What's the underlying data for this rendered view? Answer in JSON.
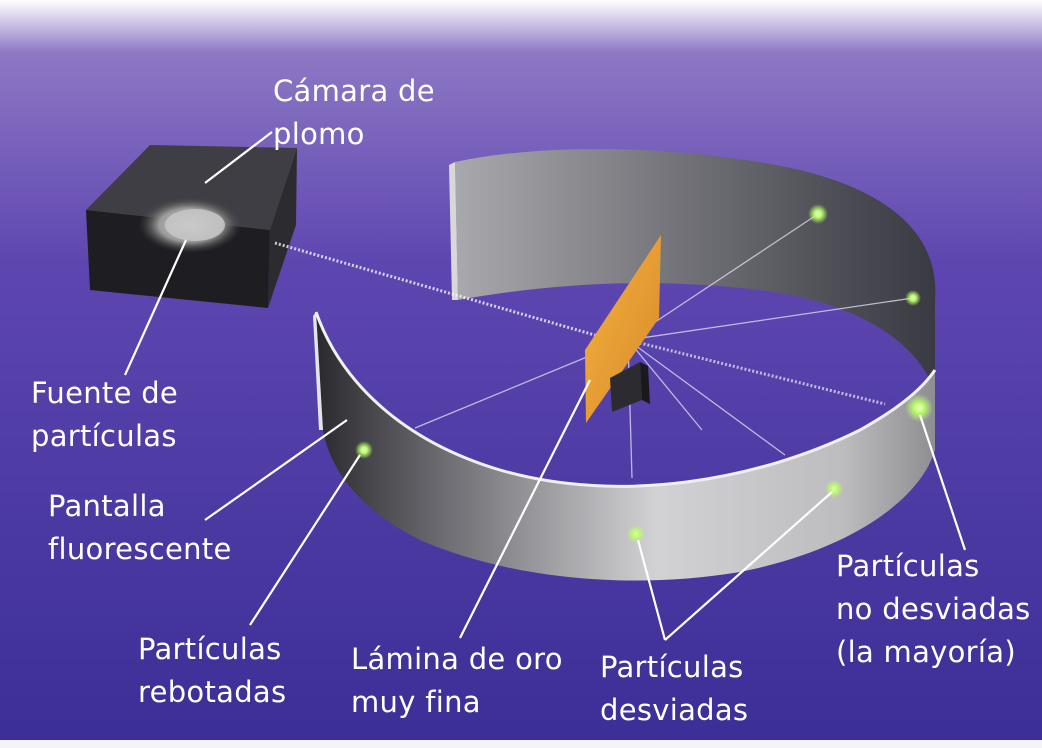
{
  "labels": {
    "camara": [
      "Cámara de",
      "plomo"
    ],
    "fuente": [
      "Fuente de",
      "partículas"
    ],
    "pantalla": [
      "Pantalla",
      "fluorescente"
    ],
    "rebotadas": [
      "Partículas",
      "rebotadas"
    ],
    "lamina": [
      "Lámina de oro",
      "muy fina"
    ],
    "desviadas": [
      "Partículas",
      "desviadas"
    ],
    "no_desviadas": [
      "Partículas",
      "no desviadas",
      "(la mayoría)"
    ]
  },
  "colors": {
    "background_top": "#5a3fa8",
    "background_bottom": "#3a2c94",
    "gold_foil": "#e8a030",
    "screen_metal": "#c9c9c9",
    "glow": "#b8ff6a",
    "label_text": "#ffffff"
  }
}
